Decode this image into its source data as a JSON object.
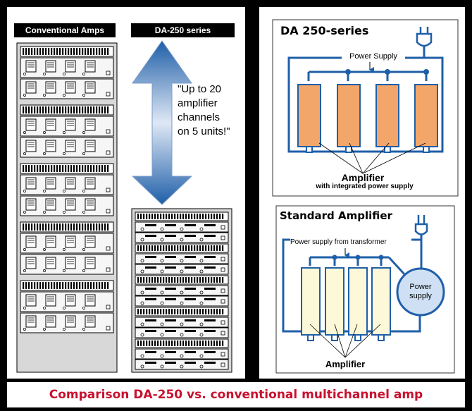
{
  "left": {
    "conventional_label": "Conventional Amps",
    "da_label": "DA-250 series",
    "quote": "\"Up to 20\namplifier\nchannels\non 5 units!\""
  },
  "right_top": {
    "title": "DA 250-series",
    "power_label": "Power Supply",
    "amplifier_label": "Amplifier",
    "amplifier_sub": "with integrated power supply"
  },
  "right_bottom": {
    "title": "Standard Amplifier",
    "power_label": "Power supply from transformer",
    "power_supply_circle": "Power\nsupply",
    "amplifier_label": "Amplifier"
  },
  "caption": "Comparison DA-250 vs. conventional multichannel amp",
  "colors": {
    "blue": "#1f5fa8",
    "orange": "#f3a66a",
    "cream": "#fdf8d8",
    "caption_red": "#c8102e"
  }
}
